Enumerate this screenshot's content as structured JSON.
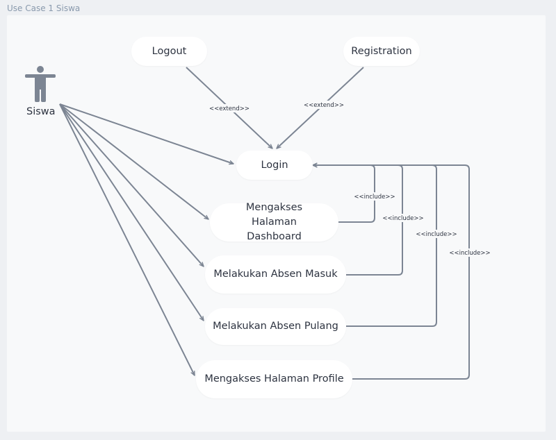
{
  "frame": {
    "title": "Use Case 1 Siswa"
  },
  "actor": {
    "name": "Siswa",
    "icon": "person-icon"
  },
  "use_cases": {
    "logout": "Logout",
    "registration": "Registration",
    "login": "Login",
    "dashboard": "Mengakses Halaman Dashboard",
    "absen_masuk": "Melakukan Absen Masuk",
    "absen_pulang": "Melakukan Absen Pulang",
    "profile": "Mengakses Halaman Profile"
  },
  "relations": {
    "extend": "<<extend>>",
    "include": "<<include>>"
  },
  "colors": {
    "line": "#7c8593",
    "node": "#ffffff",
    "canvas": "#f8f9fa",
    "background": "#eef0f3"
  }
}
